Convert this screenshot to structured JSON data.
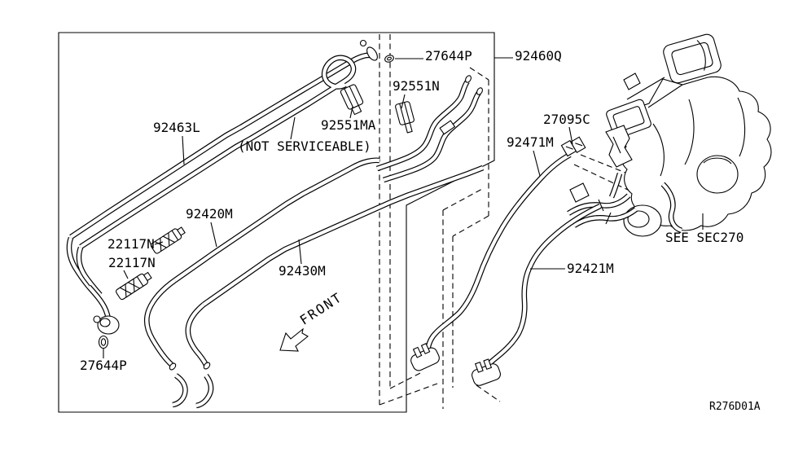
{
  "diagram": {
    "type": "parts-diagram",
    "subject": "rear-heater-piping",
    "colors": {
      "ink": "#000000",
      "paper": "#ffffff"
    },
    "footer_ref": "R276D01A",
    "orientation_arrow": "FRONT",
    "callouts": {
      "oring_top": "27644P",
      "piping_assembly": "92460Q",
      "clip_upper": "92551N",
      "clip_upper_b": "92551MA",
      "note_tube": "92463L",
      "note": "(NOT SERVICEABLE)",
      "clamp": "27095C",
      "tube_feed_right": "92471M",
      "tube_mid": "92420M",
      "clip_left_a": "22117N",
      "clip_left_b": "22117N",
      "tube_lower": "92430M",
      "tube_return_right": "92421M",
      "see_note": "SEE SEC270",
      "oring_bottom": "27644P"
    }
  }
}
